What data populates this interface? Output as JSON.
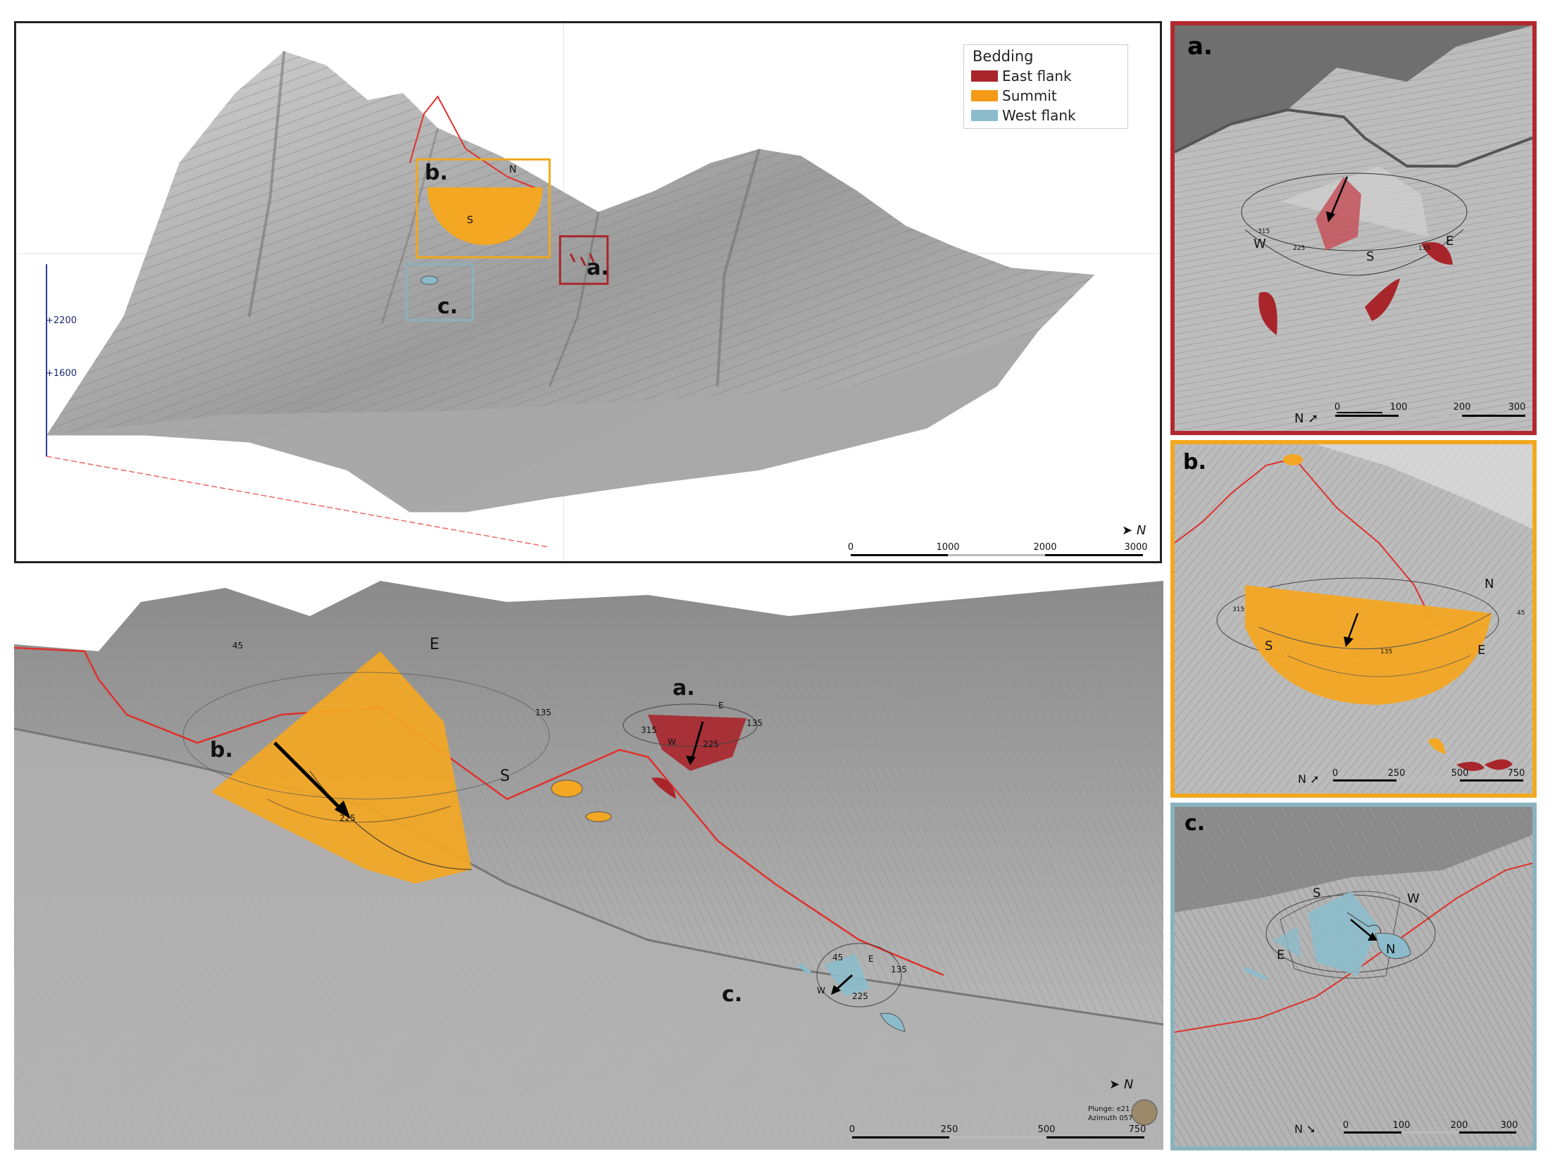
{
  "legend": {
    "title": "Bedding",
    "items": [
      {
        "label": "East flank",
        "color": "#a8262b"
      },
      {
        "label": "Summit",
        "color": "#f49a17"
      },
      {
        "label": "West flank",
        "color": "#8cbccb"
      }
    ]
  },
  "colors": {
    "east": "#a8262b",
    "summit": "#f3a722",
    "west": "#8cbccb",
    "trace": "#e0302a",
    "relief": "#b8b8b8"
  },
  "main": {
    "labels": {
      "a": "a.",
      "b": "b.",
      "c": "c."
    },
    "stereo": {
      "n": "N",
      "s": "S"
    },
    "elevations": [
      "+2200",
      "+1600"
    ],
    "north": "N",
    "scale": [
      "0",
      "1000",
      "2000",
      "3000"
    ]
  },
  "bottom": {
    "labels": {
      "a": "a.",
      "b": "b.",
      "c": "c."
    },
    "b_stereo": {
      "e": "E",
      "s": "S",
      "deg45": "45",
      "deg135": "135",
      "deg225": "225"
    },
    "a_stereo": {
      "e": "E",
      "w": "W",
      "deg315": "315",
      "deg135": "135",
      "deg225": "225"
    },
    "c_stereo": {
      "e": "E",
      "w": "W",
      "deg45": "45",
      "deg135": "135",
      "deg225": "225"
    },
    "north": "N",
    "view": {
      "plunge": "Plunge: e21",
      "azimuth": "Azimuth 057"
    },
    "scale": [
      "0",
      "250",
      "500",
      "750"
    ]
  },
  "panel_a": {
    "label": "a.",
    "stereo": {
      "w": "W",
      "s": "S",
      "e": "E",
      "deg315": "315",
      "deg225": "225",
      "deg135": "135"
    },
    "north": "N",
    "scale": [
      "0",
      "100",
      "200",
      "300"
    ]
  },
  "panel_b": {
    "label": "b.",
    "stereo": {
      "s": "S",
      "e": "E",
      "n": "N",
      "deg315": "315",
      "deg135": "135",
      "deg45": "45"
    },
    "north": "N",
    "scale": [
      "0",
      "250",
      "500",
      "750"
    ]
  },
  "panel_c": {
    "label": "c.",
    "stereo": {
      "s": "S",
      "w": "W",
      "e": "E",
      "n": "N"
    },
    "north": "N",
    "scale": [
      "0",
      "100",
      "200",
      "300"
    ]
  }
}
